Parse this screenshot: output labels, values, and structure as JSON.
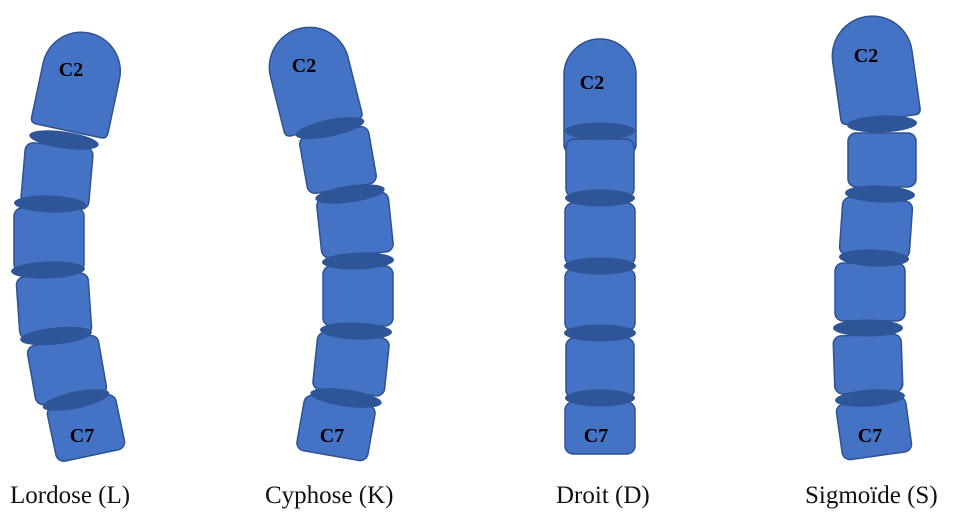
{
  "colors": {
    "vertebra_fill": "#4472c4",
    "vertebra_stroke": "#2f528f",
    "disc_fill": "#2e5597",
    "label_text": "#000000",
    "caption_text": "#111111"
  },
  "columns": [
    {
      "id": "lordose",
      "caption": "Lordose (L)",
      "top_label": "C2",
      "bottom_label": "C7"
    },
    {
      "id": "cyphose",
      "caption": "Cyphose (K)",
      "top_label": "C2",
      "bottom_label": "C7"
    },
    {
      "id": "droit",
      "caption": "Droit (D)",
      "top_label": "C2",
      "bottom_label": "C7"
    },
    {
      "id": "sigmoide",
      "caption": "Sigmoïde (S)",
      "top_label": "C2",
      "bottom_label": "C7"
    }
  ]
}
